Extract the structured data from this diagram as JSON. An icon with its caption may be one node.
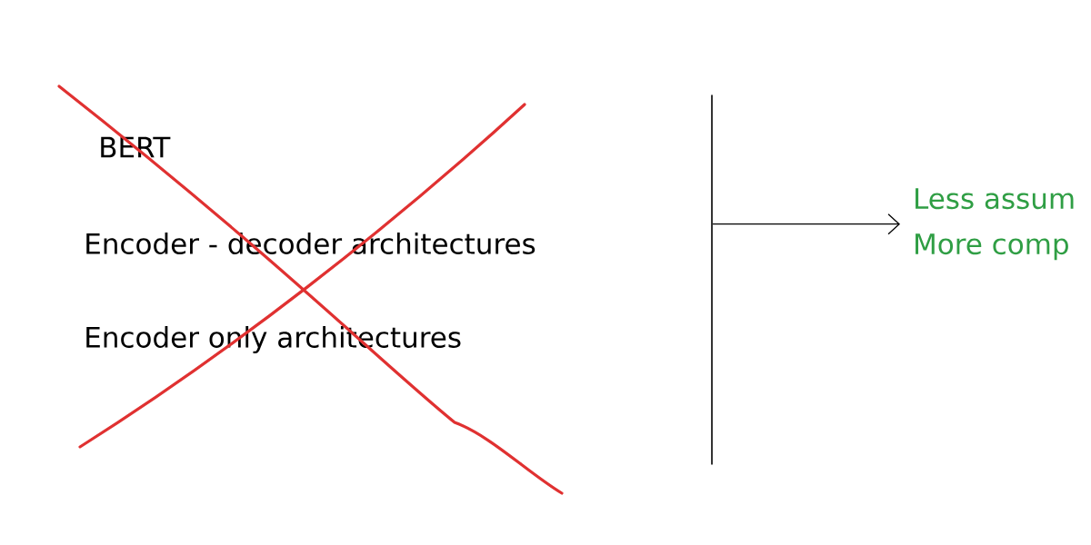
{
  "diagram": {
    "nodes": [
      {
        "text": [
          "Less assum",
          "More comp"
        ]
      },
      {
        "text": [],
        "shape": "bar"
      }
    ],
    "edges": [
      {
        "from": 1,
        "to": 0,
        "arrow": "to"
      }
    ],
    "labels": [
      "BERT",
      "Encoder - decoder architectures",
      "Encoder only architectures"
    ]
  }
}
